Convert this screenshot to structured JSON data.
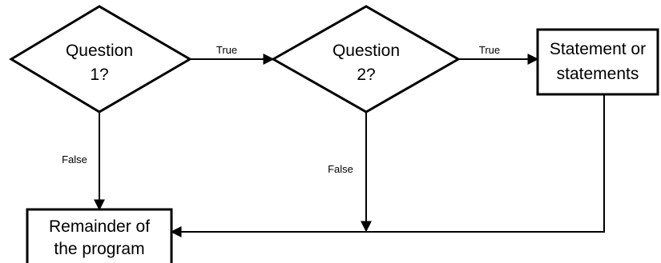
{
  "nodes": {
    "question1": {
      "line1": "Question",
      "line2": "1?"
    },
    "question2": {
      "line1": "Question",
      "line2": "2?"
    },
    "statement": {
      "line1": "Statement or",
      "line2": "statements"
    },
    "remainder": {
      "line1": "Remainder of",
      "line2": "the program"
    }
  },
  "edges": {
    "q1_true": "True",
    "q2_true": "True",
    "q1_false": "False",
    "q2_false": "False"
  },
  "colors": {
    "stroke": "#000000",
    "fill": "#ffffff"
  }
}
